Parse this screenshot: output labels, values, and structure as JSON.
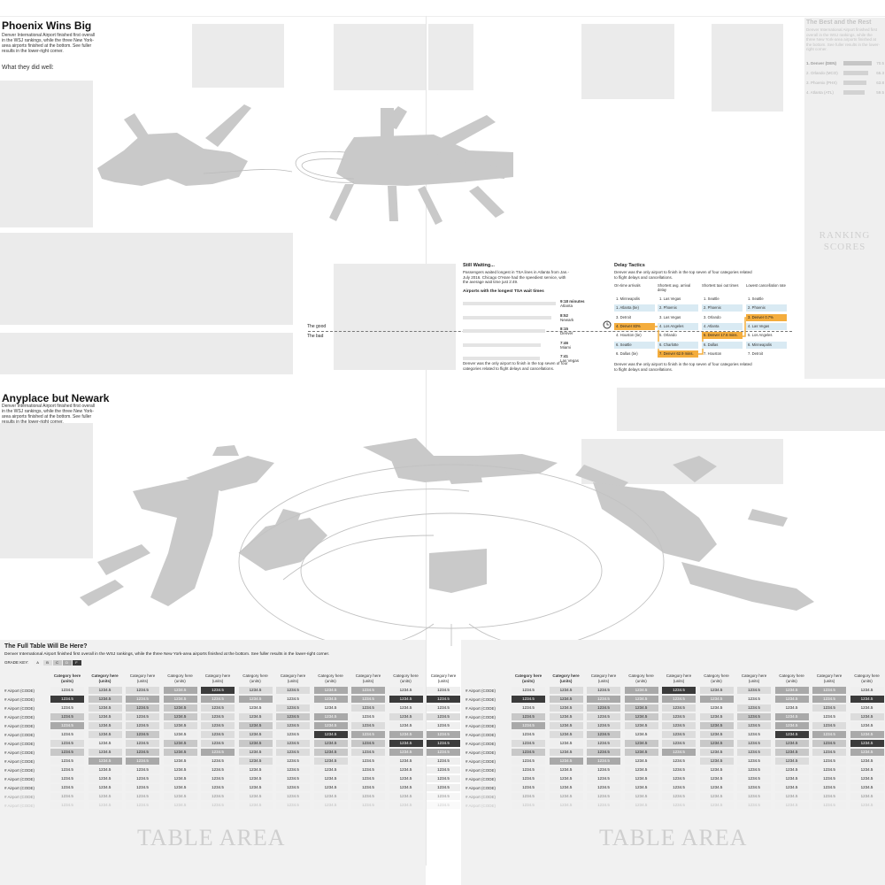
{
  "phoenix": {
    "title": "Phoenix Wins Big",
    "deck": "Denver International Airport finished first overall in the WSJ rankings, while the three New York-area airports finished at the bottom. See fuller results in the lower-right corner.",
    "subhead": "What they did well:"
  },
  "ranking": {
    "title": "The Best and the Rest",
    "deck": "Denver International Airport finished first overall in the WSJ rankings, while the three New York-area airports finished at the bottom. See fuller results in the lower-right corner.",
    "rows": [
      {
        "label": "1. Denver (DEN)",
        "value": "70.5",
        "pct": 1.0
      },
      {
        "label": "2. Orlando (MCO)",
        "value": "65.3",
        "pct": 0.88
      },
      {
        "label": "3. Phoenix (PHX)",
        "value": "63.8",
        "pct": 0.82
      },
      {
        "label": "4. Atlanta (ATL)",
        "value": "59.5",
        "pct": 0.74
      }
    ],
    "watermark_line1": "RANKING",
    "watermark_line2": "SCORES"
  },
  "waiting": {
    "title": "Still Waiting...",
    "deck": "Passengers waited longest in TSA lines in Atlanta from Jan.-July 2016. Chicago O'Hare had the speediest service, with the average wait time just 2:49.",
    "chart_title": "Airports with the longest TSA wait times",
    "good_label": "The good",
    "bad_label": "The bad",
    "footnote": "Denver was the only airport to finish in the top seven of four categories related to flight delays and cancellations."
  },
  "chart_data": {
    "type": "bar",
    "title": "Airports with the longest TSA wait times",
    "categories": [
      "Atlanta",
      "Newark",
      "Denver",
      "Miami",
      "Las Vegas"
    ],
    "values_text": [
      "9:18 minutes",
      "8:52",
      "8:15",
      "7:46",
      "7:41"
    ],
    "values": [
      9.3,
      8.87,
      8.25,
      7.77,
      7.68
    ],
    "xlim": [
      0,
      9.3
    ]
  },
  "delay": {
    "title": "Delay Tactics",
    "deck": "Denver was the only airport to finish in the top seven of four categories related to flight delays and cancellations.",
    "columns": [
      "On-time arrivals",
      "Shortest avg. arrival delay",
      "Shortest taxi out times",
      "Lowest cancellation rate"
    ],
    "rows": [
      [
        "1. Minneapolis",
        "1. Las Vegas",
        "1. Seattle",
        "1. Seattle"
      ],
      [
        "1. Atlanta (tie)",
        "2. Phoenix",
        "2. Phoenix",
        "2. Phoenix"
      ],
      [
        "3. Detroit",
        "3. Las Vegas",
        "3. Orlando",
        "3. Denver 0.7%"
      ],
      [
        "4. Denver 83%",
        "4. Los Angeles",
        "4. Atlanta",
        "4. Las Vegas"
      ],
      [
        "4. Houston (tie)",
        "5. Orlando",
        "5. Denver 17.6 mins.",
        "5. Los Angeles"
      ],
      [
        "6. Seattle",
        "6. Charlotte",
        "6. Dallas",
        "6. Minneapolis"
      ],
      [
        "6. Dallas (tie)",
        "7. Denver 62.9 mins.",
        "7. Houston",
        "7. Detroit"
      ]
    ],
    "clock_icon": "clock-icon",
    "footnote": "Denver was the only airport to finish in the top seven of four categories related to flight delays and cancellations."
  },
  "newark": {
    "title": "Anyplace but Newark",
    "deck": "Denver International Airport finished first overall in the WSJ rankings, while the three New York-area airports finished at the bottom. See fuller results in the lower-right corner."
  },
  "table": {
    "title": "The Full Table Will Be Here?",
    "deck": "Denver International Airport finished first overall in the WSJ rankings, while the three New York-area airports finished at the bottom. See fuller results in the lower-right corner.",
    "grade_key_label": "GRADE KEY:",
    "grades": [
      "A",
      "B",
      "C",
      "D",
      "F"
    ],
    "header_line1": "Category here",
    "header_line2": "(units)",
    "row_label": "# Airport (CODE)",
    "cell_value": "1234.5",
    "area_label": "TABLE AREA",
    "left_grades": [
      [
        0,
        1,
        1,
        3,
        4,
        1,
        1,
        3,
        3,
        0,
        0
      ],
      [
        4,
        2,
        3,
        3,
        3,
        3,
        0,
        3,
        3,
        4,
        4
      ],
      [
        0,
        1,
        2,
        2,
        1,
        0,
        1,
        0,
        1,
        0,
        0
      ],
      [
        2,
        1,
        1,
        2,
        1,
        1,
        2,
        3,
        0,
        1,
        1
      ],
      [
        3,
        1,
        1,
        1,
        1,
        2,
        1,
        3,
        1,
        0,
        0
      ],
      [
        0,
        1,
        2,
        0,
        1,
        1,
        0,
        4,
        3,
        3,
        3
      ],
      [
        1,
        0,
        1,
        2,
        1,
        2,
        1,
        2,
        2,
        4,
        4
      ],
      [
        2,
        1,
        2,
        2,
        3,
        1,
        1,
        2,
        1,
        3,
        3
      ],
      [
        0,
        3,
        3,
        0,
        0,
        1,
        0,
        1,
        0,
        0,
        0
      ],
      [
        0,
        0,
        0,
        0,
        0,
        0,
        0,
        0,
        0,
        0,
        0
      ],
      [
        0,
        0,
        0,
        0,
        0,
        0,
        0,
        0,
        0,
        0,
        0
      ],
      [
        0,
        0,
        0,
        0,
        0,
        0,
        0,
        0,
        0,
        0,
        0
      ],
      [
        0,
        0,
        0,
        0,
        0,
        0,
        0,
        0,
        0,
        0,
        0
      ],
      [
        0,
        0,
        0,
        0,
        0,
        0,
        0,
        0,
        0,
        0,
        0
      ]
    ],
    "right_grades": [
      [
        0,
        1,
        1,
        3,
        4,
        1,
        1,
        3,
        3,
        0,
        0
      ],
      [
        4,
        2,
        3,
        3,
        3,
        3,
        0,
        3,
        3,
        4,
        4
      ],
      [
        0,
        1,
        2,
        2,
        1,
        0,
        1,
        0,
        1,
        0,
        0
      ],
      [
        2,
        1,
        1,
        2,
        1,
        1,
        2,
        3,
        0,
        1,
        1
      ],
      [
        3,
        1,
        1,
        1,
        1,
        2,
        1,
        3,
        1,
        0,
        0
      ],
      [
        0,
        1,
        2,
        0,
        1,
        1,
        0,
        4,
        3,
        3,
        3
      ],
      [
        1,
        0,
        1,
        2,
        1,
        2,
        1,
        2,
        2,
        4,
        4
      ],
      [
        2,
        1,
        2,
        2,
        3,
        1,
        1,
        2,
        1,
        3,
        3
      ],
      [
        0,
        3,
        3,
        0,
        0,
        1,
        0,
        1,
        0,
        0,
        0
      ],
      [
        0,
        0,
        0,
        0,
        0,
        0,
        0,
        0,
        0,
        0,
        0
      ],
      [
        0,
        0,
        0,
        0,
        0,
        0,
        0,
        0,
        0,
        0,
        0
      ],
      [
        0,
        0,
        0,
        0,
        0,
        0,
        0,
        0,
        0,
        0,
        0
      ],
      [
        0,
        0,
        0,
        0,
        0,
        0,
        0,
        0,
        0,
        0,
        0
      ],
      [
        0,
        0,
        0,
        0,
        0,
        0,
        0,
        0,
        0,
        0,
        0
      ]
    ]
  }
}
